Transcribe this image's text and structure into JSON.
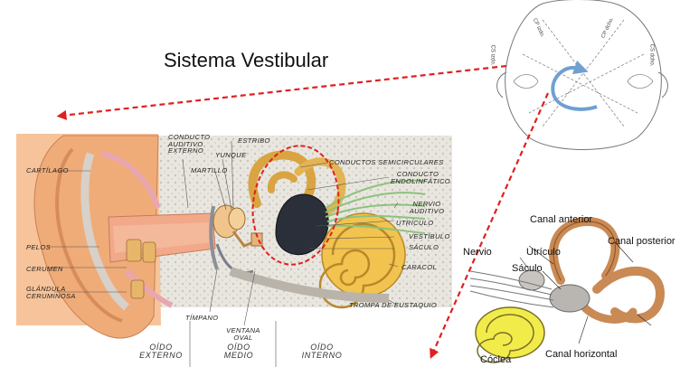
{
  "title": "Sistema Vestibular",
  "ear_labels": {
    "conducto_auditivo": "Conducto auditivo externo",
    "estribo": "Estribo",
    "yunque": "Yunque",
    "martillo": "Martillo",
    "conductos_semicirculares": "Conductos semicirculares",
    "conducto_endolinfatico": "Conducto endolinfático",
    "nervio_auditivo": "Nervio auditivo",
    "utriculo": "Utrículo",
    "vestibulo": "Vestíbulo",
    "saculo": "Sáculo",
    "caracol": "Caracol",
    "trompa": "Trompa de Eustaquio",
    "cartilago": "Cartílago",
    "pelos": "Pelos",
    "cerumen": "Cerumen",
    "glandula": "Glándula ceruminosa",
    "timpano": "Tímpano",
    "ventana_oval": "Ventana oval",
    "oido_externo": "Oído externo",
    "oido_medio": "Oído medio",
    "oido_interno": "Oído interno"
  },
  "head_labels": {
    "cp_izq": "CP izdo.",
    "cp_dcho": "CP dcho.",
    "cs_izq": "CS izdo.",
    "cs_dcho": "CS dcho."
  },
  "labyrinth_labels": {
    "canal_anterior": "Canal anterior",
    "nervio": "Nervio",
    "utriculo": "Utrículo",
    "saculo": "Sáculo",
    "canal_posterior": "Canal posterior",
    "canal_horizontal": "Canal horizontal",
    "coclea": "Cóclea"
  },
  "colors": {
    "arrow": "#e02020",
    "rotation_arrow": "#6fa0d0",
    "skin": "#f3b98c",
    "cochlea": "#f2c44f",
    "vestibule": "#2b2f3a"
  }
}
